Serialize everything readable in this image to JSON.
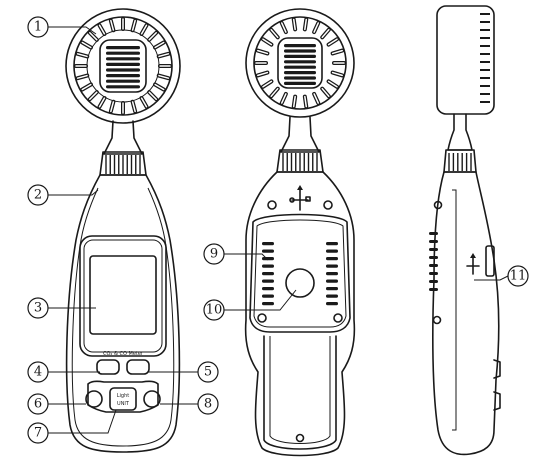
{
  "front_view": {
    "screen_label": "CO₂ & CO Meter",
    "button_label": "Light\nUNIT"
  },
  "callouts": [
    {
      "id": "callout-1",
      "label": "①"
    },
    {
      "id": "callout-2",
      "label": "②"
    },
    {
      "id": "callout-3",
      "label": "③"
    },
    {
      "id": "callout-4",
      "label": "④"
    },
    {
      "id": "callout-5",
      "label": "⑤"
    },
    {
      "id": "callout-6",
      "label": "⑥"
    },
    {
      "id": "callout-7",
      "label": "⑦"
    },
    {
      "id": "callout-8",
      "label": "⑧"
    },
    {
      "id": "callout-9",
      "label": "⑨"
    },
    {
      "id": "callout-10",
      "label": "⑩"
    },
    {
      "id": "callout-11",
      "label": "⑪"
    }
  ]
}
